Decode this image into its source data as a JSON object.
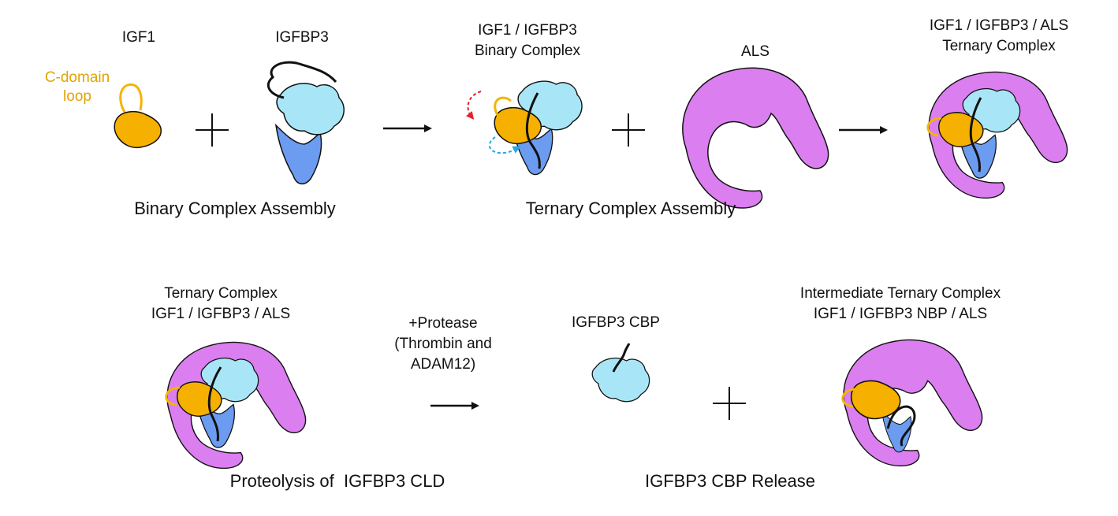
{
  "colors": {
    "igf1": "#f5b000",
    "igfbp3_light": "#a8e6f7",
    "igfbp3_dark": "#6b9cf0",
    "als": "#da7ef0",
    "outline": "#111111",
    "c_domain_loop": "#f5b400",
    "arrow_red": "#e8202a",
    "arrow_blue": "#25a6e6"
  },
  "top_row": {
    "igf1_label": "IGF1",
    "igfbp3_label": "IGFBP3",
    "binary_label_line1": "IGF1 / IGFBP3",
    "binary_label_line2": "Binary Complex",
    "als_label": "ALS",
    "ternary_label_line1": "IGF1 / IGFBP3 / ALS",
    "ternary_label_line2": "Ternary Complex",
    "c_domain_line1": "C-domain",
    "c_domain_line2": "loop",
    "binary_assembly_title": "Binary Complex Assembly",
    "ternary_assembly_title": "Ternary Complex Assembly"
  },
  "bottom_row": {
    "ternary_label_line1": "Ternary Complex",
    "ternary_label_line2": "IGF1 / IGFBP3 / ALS",
    "protease_line1": "+Protease",
    "protease_line2": "(Thrombin and",
    "protease_line3": "ADAM12)",
    "cbp_label": "IGFBP3 CBP",
    "intermediate_line1": "Intermediate Ternary Complex",
    "intermediate_line2": "IGF1 / IGFBP3 NBP / ALS",
    "proteolysis_title": "Proteolysis of  IGFBP3 CLD",
    "release_title": "IGFBP3 CBP Release"
  },
  "symbols": {
    "plus": "+",
    "arrow": "right-arrow-icon"
  }
}
